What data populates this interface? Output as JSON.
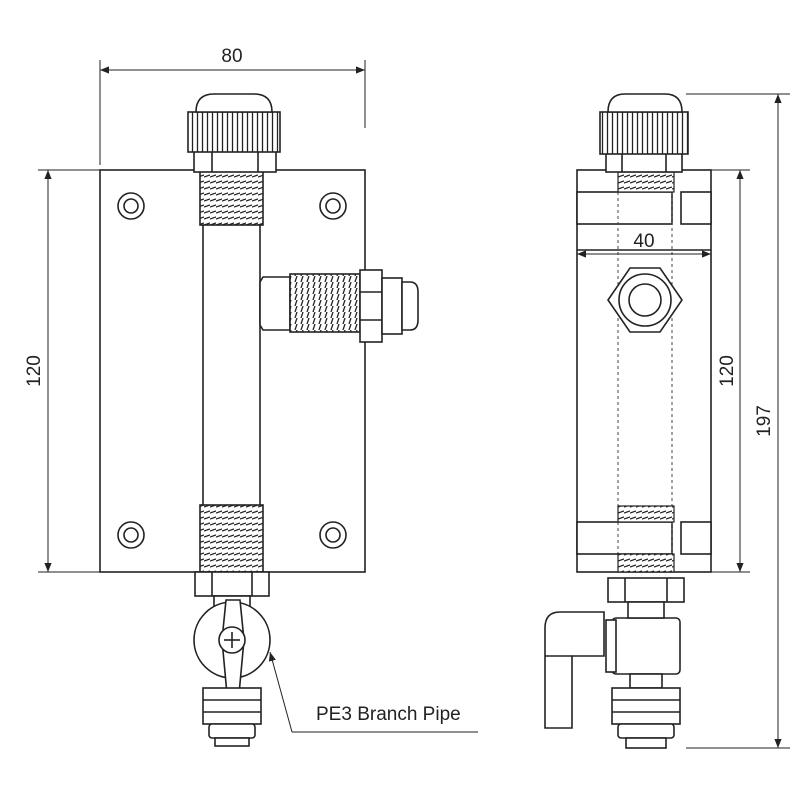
{
  "dimensions": {
    "front_width": "80",
    "front_height": "120",
    "side_depth": "40",
    "side_height": "120",
    "total_height": "197"
  },
  "callout": {
    "label": "PE3 Branch Pipe"
  }
}
